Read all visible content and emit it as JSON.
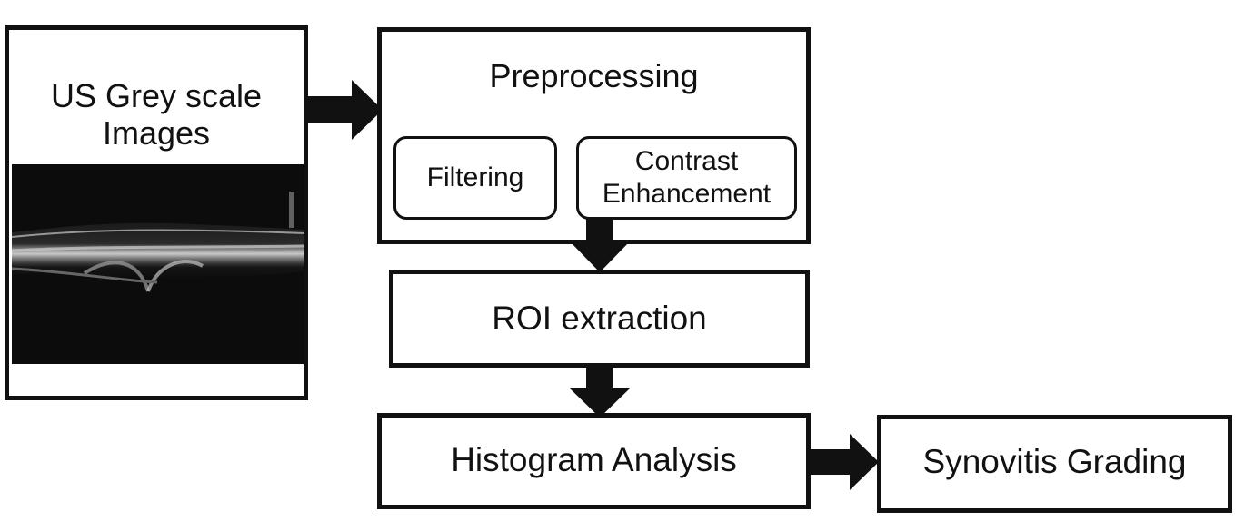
{
  "nodes": {
    "us_images": {
      "label_line1": "US Grey scale",
      "label_line2": "Images"
    },
    "preprocessing": {
      "label": "Preprocessing",
      "filtering": "Filtering",
      "contrast_line1": "Contrast",
      "contrast_line2": "Enhancement"
    },
    "roi": {
      "label": "ROI extraction"
    },
    "histogram": {
      "label": "Histogram Analysis"
    },
    "synovitis": {
      "label": "Synovitis Grading"
    }
  },
  "edges": [
    {
      "from": "us_images",
      "to": "preprocessing"
    },
    {
      "from": "preprocessing",
      "to": "roi"
    },
    {
      "from": "roi",
      "to": "histogram"
    },
    {
      "from": "histogram",
      "to": "synovitis"
    }
  ],
  "colors": {
    "stroke": "#111111",
    "background": "#ffffff",
    "image_bg": "#0c0c0c"
  }
}
